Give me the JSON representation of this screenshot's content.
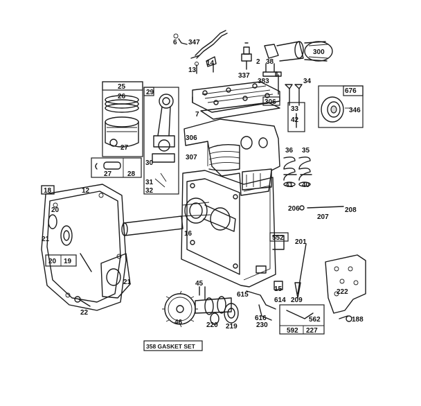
{
  "labels": {
    "p6": "6",
    "p347": "347",
    "p14": "14",
    "p13": "13",
    "p2": "2",
    "p38": "38",
    "p300": "300",
    "p337": "337",
    "p383": "383",
    "p34": "34",
    "p676": "676",
    "p346": "346",
    "p25": "25",
    "p26": "26",
    "p27a": "27",
    "p29": "29",
    "p306a": "306",
    "p306b": "306",
    "p7": "7",
    "p33": "33",
    "p42": "42",
    "p307": "307",
    "p30": "30",
    "p36": "36",
    "p35": "35",
    "p27b": "27",
    "p28": "28",
    "p31": "31",
    "p32": "32",
    "p41": "41",
    "p40": "40",
    "p18": "18",
    "p12": "12",
    "p20a": "20",
    "p206": "206",
    "p207": "207",
    "p208": "208",
    "p16": "16",
    "p552": "552",
    "p201": "201",
    "p21a": "21",
    "p20b": "20",
    "p19": "19",
    "p15": "15",
    "p21b": "21",
    "p45": "45",
    "p615": "615",
    "p614": "614",
    "p209": "209",
    "p222": "222",
    "p22": "22",
    "p46": "46",
    "p220": "220",
    "p219": "219",
    "p616": "616",
    "p230": "230",
    "p562": "562",
    "p592": "592",
    "p227": "227",
    "p188": "188"
  },
  "caption": "358 GASKET SET"
}
